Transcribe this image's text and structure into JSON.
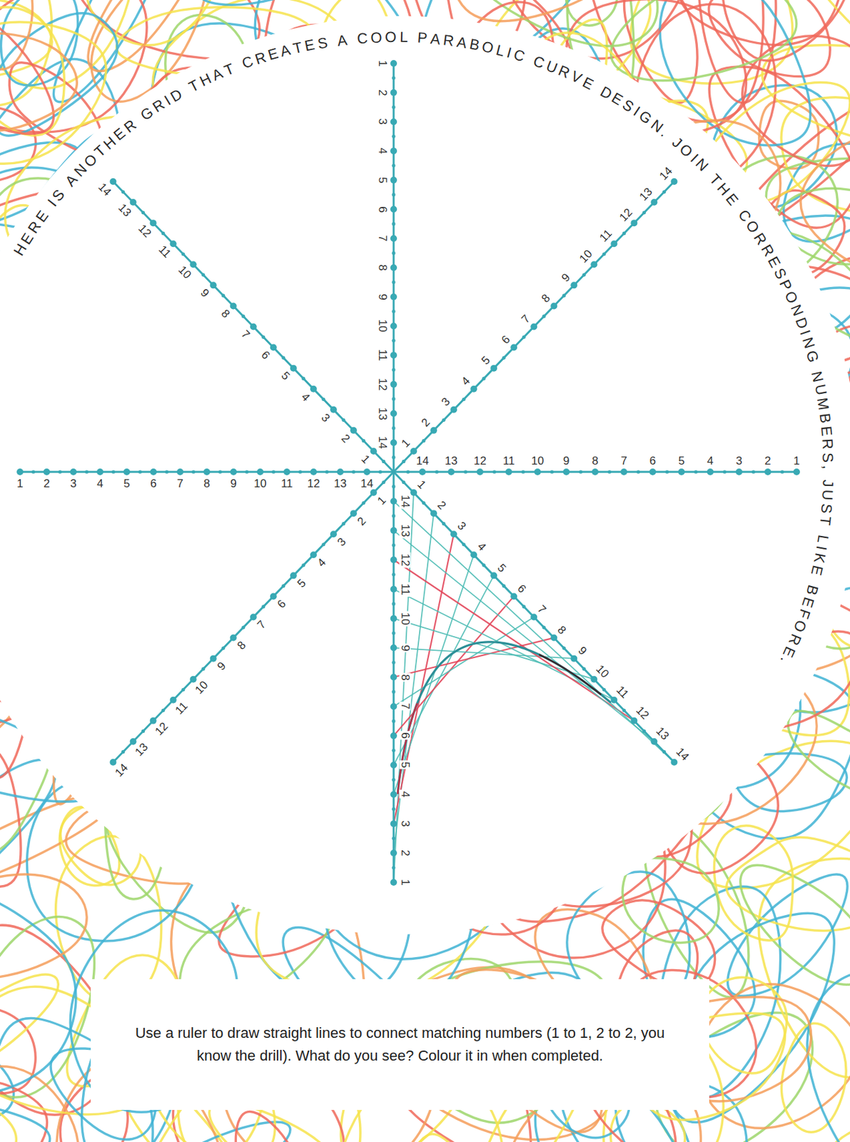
{
  "diagram": {
    "title": "HERE IS ANOTHER GRID THAT CREATES A COOL PARABOLIC CURVE DESIGN. JOIN THE CORRESPONDING NUMBERS, JUST LIKE BEFORE.",
    "nodes": [
      {
        "text": [
          "Use a ruler to draw straight lines to connect matching numbers (1 to 1, 2 to 2, you know the drill). What do you see? Colour it in when completed."
        ]
      }
    ],
    "labels": [
      "1",
      "2",
      "3",
      "4",
      "5",
      "6",
      "7",
      "8",
      "9",
      "10",
      "11",
      "12",
      "13",
      "14",
      "1",
      "2",
      "3",
      "4",
      "5",
      "6",
      "7",
      "8",
      "9",
      "10",
      "11",
      "12",
      "13",
      "14",
      "1",
      "2",
      "3",
      "4",
      "5",
      "6",
      "7",
      "8",
      "9",
      "10",
      "11",
      "12",
      "13",
      "14",
      "1",
      "2",
      "3",
      "4",
      "5",
      "6",
      "7",
      "8",
      "9",
      "10",
      "11",
      "12",
      "13",
      "14",
      "1",
      "2",
      "3",
      "4",
      "5",
      "6",
      "7",
      "8",
      "9",
      "10",
      "11",
      "12",
      "13",
      "14",
      "1",
      "2",
      "3",
      "4",
      "5",
      "6",
      "7",
      "8",
      "9",
      "10",
      "11",
      "12",
      "13",
      "14",
      "1",
      "2",
      "3",
      "4",
      "5",
      "6",
      "7",
      "8",
      "9",
      "10",
      "11",
      "12",
      "13",
      "14",
      "1",
      "2",
      "3",
      "4",
      "5",
      "6",
      "7",
      "8",
      "9",
      "10",
      "11",
      "12",
      "13",
      "14"
    ]
  }
}
